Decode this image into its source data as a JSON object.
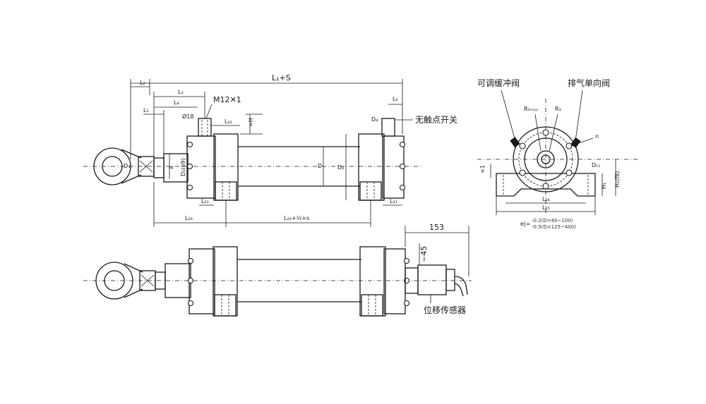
{
  "dims_top": {
    "l1s": "L₁+S",
    "l2": "L₂",
    "l3": "L₃",
    "l4": "L₄",
    "l5": "L₅",
    "l6": "L₆",
    "m12": "M12✕1",
    "phi18": "Ø18",
    "l22": "L₂₂",
    "h": "≈H",
    "d4": "D₄",
    "a": "a",
    "d_e9": "D₁(e9)",
    "d": "D",
    "d2": "D₂",
    "d3": "D₃",
    "l21": "L₂₁",
    "l21b": "L₂₁",
    "l26": "L₂₆",
    "l23": "L₂₃+½+s"
  },
  "labels_cn": {
    "switch": "无触点开关",
    "sensor": "位移传感器",
    "valve_adj": "可调缓冲阀",
    "valve_exh": "排气单向阀"
  },
  "dims_side": {
    "r2max": "R₂ₘₐₓ",
    "r3": "R₃",
    "n": "n",
    "d11": "D₁₁",
    "approx1": "≈1",
    "h1": "H₁",
    "h2": "H₁(f8)",
    "l24": "L₂₄",
    "l25": "L₂₅",
    "tol_main": "e|= ",
    "tol_1": "-0.2(D=40~100)",
    "tol_2": "-0.5(D=125~400)"
  },
  "dims_bottom": {
    "d153": "153",
    "d45": "~45"
  }
}
